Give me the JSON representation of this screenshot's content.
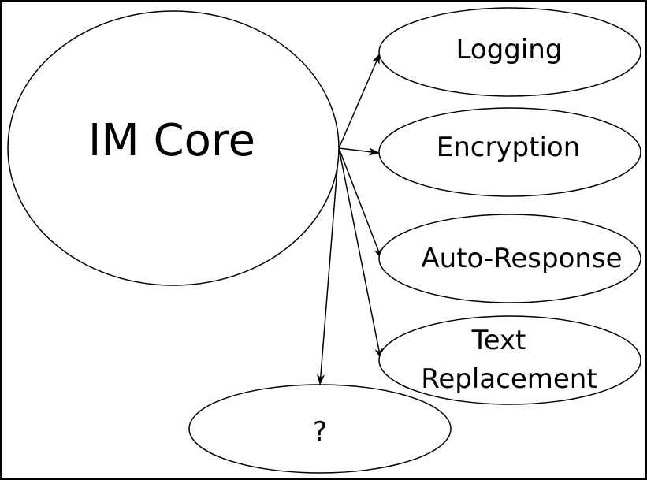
{
  "diagram": {
    "core": {
      "label": "IM Core"
    },
    "plugins": [
      {
        "id": "logging",
        "label": "Logging"
      },
      {
        "id": "encryption",
        "label": "Encryption"
      },
      {
        "id": "auto-response",
        "label": "Auto-Response"
      },
      {
        "id": "text-replacement",
        "label_line1": "Text",
        "label_line2": "Replacement"
      },
      {
        "id": "unknown",
        "label": "?"
      }
    ],
    "edges": [
      {
        "from": "IM Core",
        "to": "Logging"
      },
      {
        "from": "IM Core",
        "to": "Encryption"
      },
      {
        "from": "IM Core",
        "to": "Auto-Response"
      },
      {
        "from": "IM Core",
        "to": "Text Replacement"
      },
      {
        "from": "IM Core",
        "to": "?"
      }
    ],
    "colors": {
      "stroke": "#000000",
      "fill": "#ffffff"
    }
  }
}
